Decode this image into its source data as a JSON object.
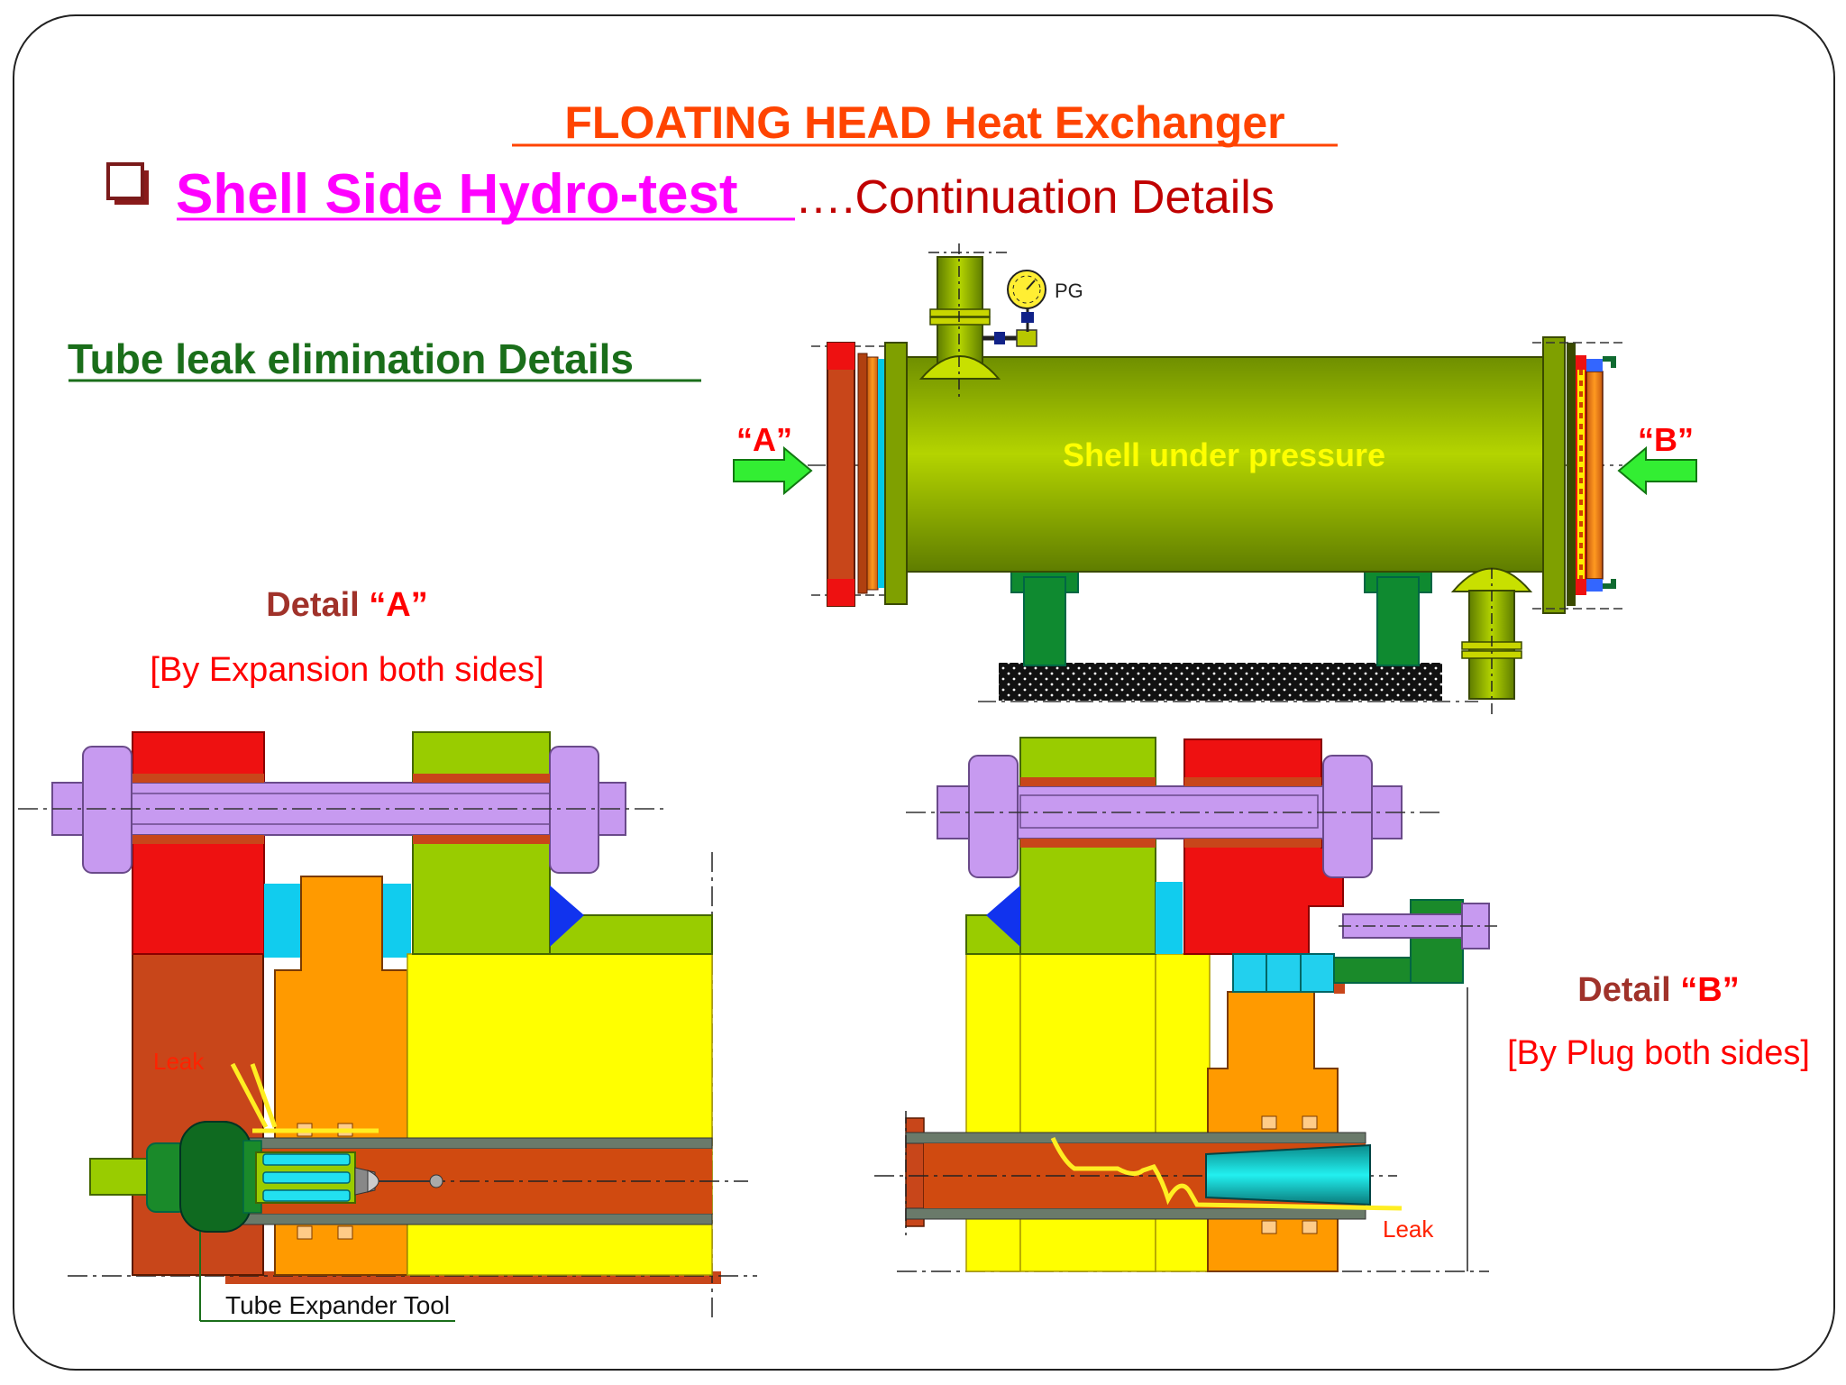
{
  "heading": {
    "title": "FLOATING HEAD Heat Exchanger",
    "subtitle_main": "Shell Side Hydro-test",
    "subtitle_rest": " ….Continuation Details",
    "section_title": "Tube leak elimination Details"
  },
  "overview": {
    "pg_label": "PG",
    "shell_label": "Shell under pressure",
    "marker_a": "“A”",
    "marker_b": "“B”"
  },
  "detail_a": {
    "title_prefix": "Detail ",
    "title_tag": "“A”",
    "subtitle": "[By Expansion both sides]",
    "leak_label": "Leak",
    "tool_label": "Tube Expander Tool"
  },
  "detail_b": {
    "title_prefix": "Detail ",
    "title_tag": "“B”",
    "subtitle": "[By Plug both sides]",
    "leak_label": "Leak"
  },
  "colors": {
    "title": "#ff4400",
    "subtitle_main": "#ff00ff",
    "section_title": "#1a6e1a",
    "detail_title": "#a0322a",
    "detail_red": "#ff0000",
    "shell": "#8db000",
    "bolt": "#c79af0"
  }
}
